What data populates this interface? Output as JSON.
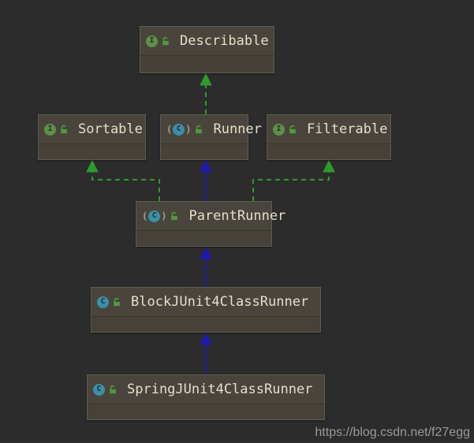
{
  "canvas": {
    "background": "#2c2c2c"
  },
  "colors": {
    "canvas_bg": "#2c2c2c",
    "node_fill": "#49453c",
    "node_fill_body": "#46423a",
    "node_border": "#605c50",
    "node_divider": "#38352d",
    "text": "#e8dec9",
    "interface_icon": "#5d9147",
    "class_icon": "#3b8fa9",
    "icon_letter": "#2d2d2d",
    "lock": "#4f9a3c",
    "realization": "#2d9b2d",
    "generalization": "#1e19ae",
    "watermark": "#9a9a9a"
  },
  "nodes": [
    {
      "name": "Describable",
      "kind": "interface",
      "icon_letter": "I"
    },
    {
      "name": "Sortable",
      "kind": "interface",
      "icon_letter": "I"
    },
    {
      "name": "Runner",
      "kind": "abstract-class",
      "icon_letter": "C"
    },
    {
      "name": "Filterable",
      "kind": "interface",
      "icon_letter": "I"
    },
    {
      "name": "ParentRunner",
      "kind": "abstract-class",
      "icon_letter": "C"
    },
    {
      "name": "BlockJUnit4ClassRunner",
      "kind": "class",
      "icon_letter": "C"
    },
    {
      "name": "SpringJUnit4ClassRunner",
      "kind": "class",
      "icon_letter": "C"
    }
  ],
  "edges": [
    {
      "from": "Runner",
      "to": "Describable",
      "type": "realization"
    },
    {
      "from": "ParentRunner",
      "to": "Sortable",
      "type": "realization"
    },
    {
      "from": "ParentRunner",
      "to": "Runner",
      "type": "generalization"
    },
    {
      "from": "ParentRunner",
      "to": "Filterable",
      "type": "realization"
    },
    {
      "from": "BlockJUnit4ClassRunner",
      "to": "ParentRunner",
      "type": "generalization"
    },
    {
      "from": "SpringJUnit4ClassRunner",
      "to": "BlockJUnit4ClassRunner",
      "type": "generalization"
    }
  ],
  "watermark": {
    "text": "https://blog.csdn.net/f27egg"
  }
}
